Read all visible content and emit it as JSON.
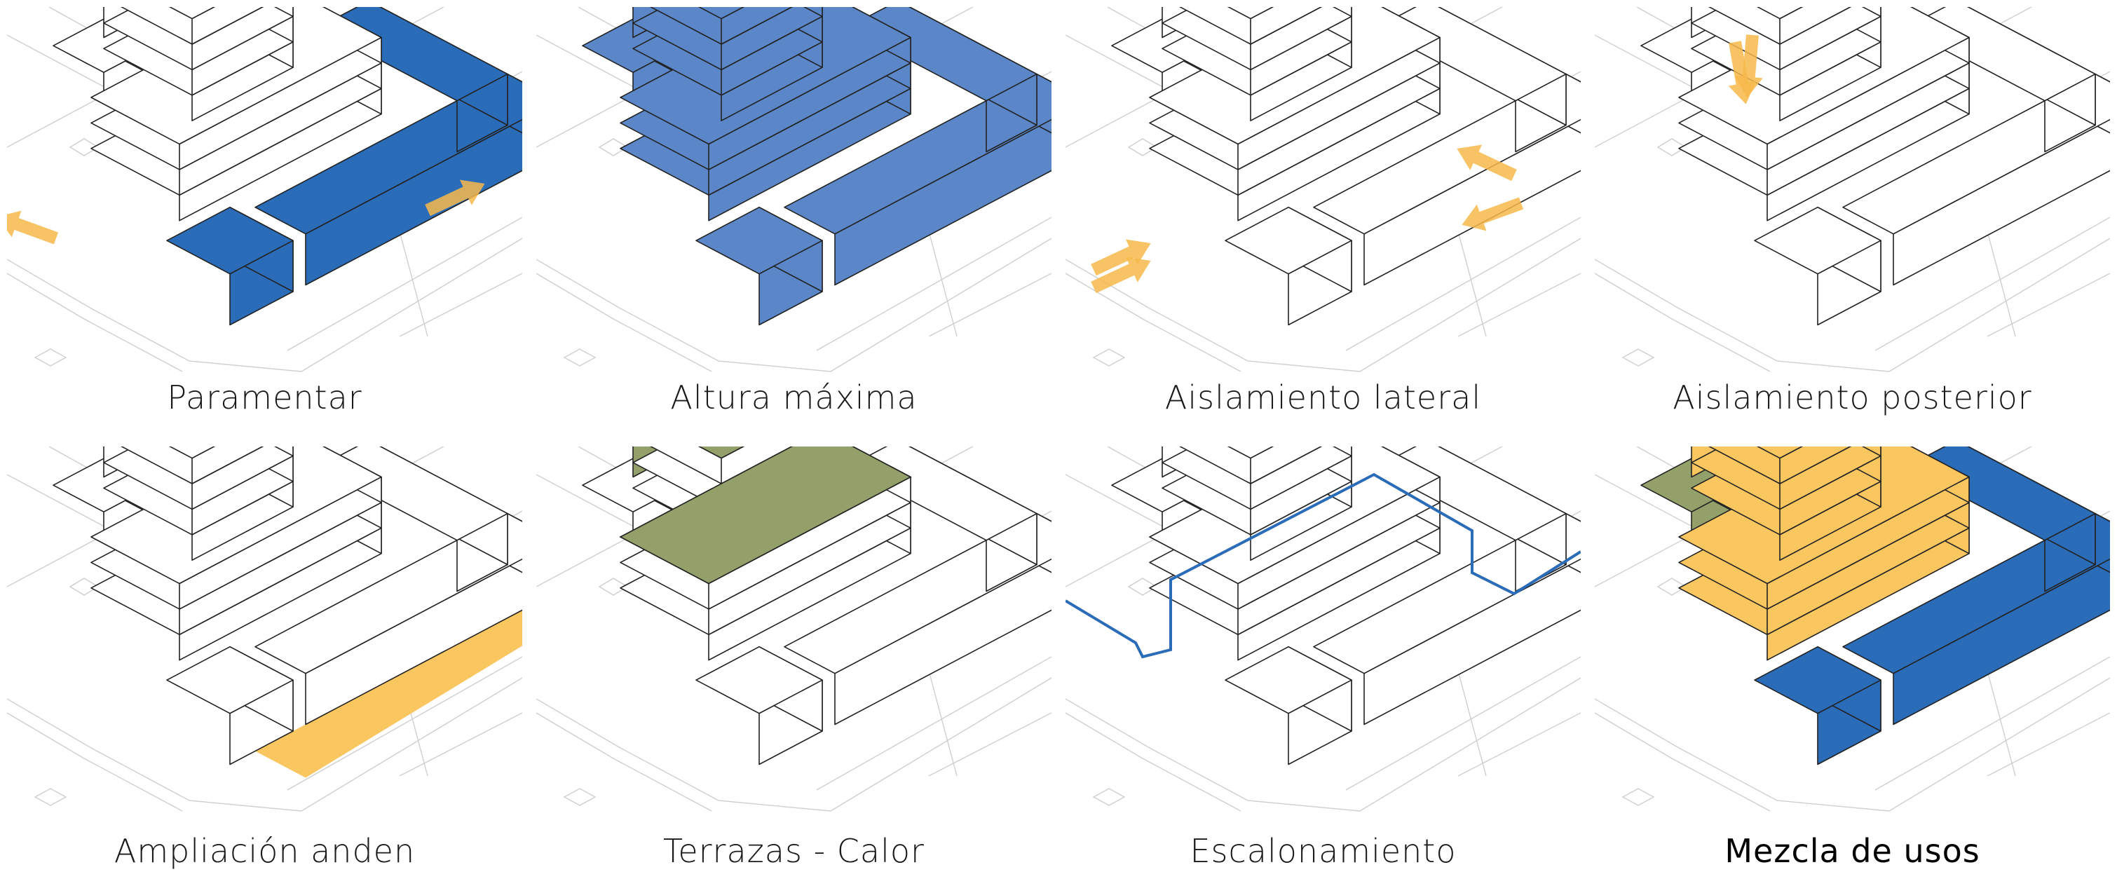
{
  "panels": [
    {
      "label": "Paramentar",
      "variant": "paramentar"
    },
    {
      "label": "Altura máxima",
      "variant": "altura"
    },
    {
      "label": "Aislamiento lateral",
      "variant": "lateral"
    },
    {
      "label": "Aislamiento posterior",
      "variant": "posterior"
    },
    {
      "label": "Ampliación anden",
      "variant": "anden"
    },
    {
      "label": "Terrazas - Calor",
      "variant": "terrazas"
    },
    {
      "label": "Escalonamiento",
      "variant": "escalonamiento"
    },
    {
      "label": "Mezcla de usos",
      "variant": "mezcla"
    }
  ],
  "colors": {
    "blue": "#2b6cb8",
    "light_blue": "#5b87c8",
    "green": "#93a06a",
    "yellow": "#fac660",
    "orange_arrow": "#f7b84a",
    "line": "#222222",
    "context": "#cfcfcf"
  }
}
